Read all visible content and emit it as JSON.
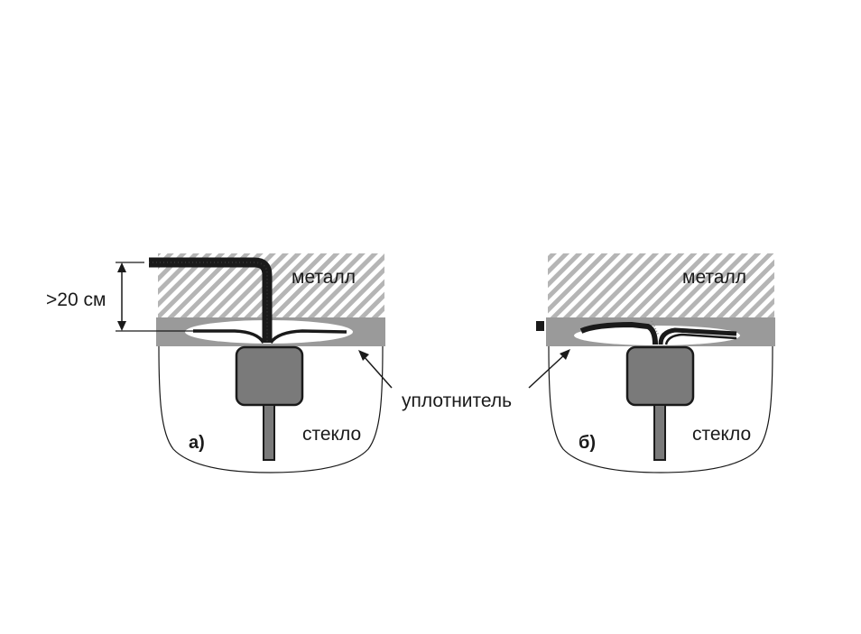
{
  "labels": {
    "metal_a": "металл",
    "metal_b": "металл",
    "glass_a": "стекло",
    "glass_b": "стекло",
    "sealant": "уплотнитель",
    "distance": ">20 см",
    "panel_a": "а)",
    "panel_b": "б)"
  },
  "colors": {
    "hatch": "#b5b5b5",
    "sealant_strip": "#9a9a9a",
    "connector": "#7a7a7a",
    "wire": "#1a1a1a"
  }
}
